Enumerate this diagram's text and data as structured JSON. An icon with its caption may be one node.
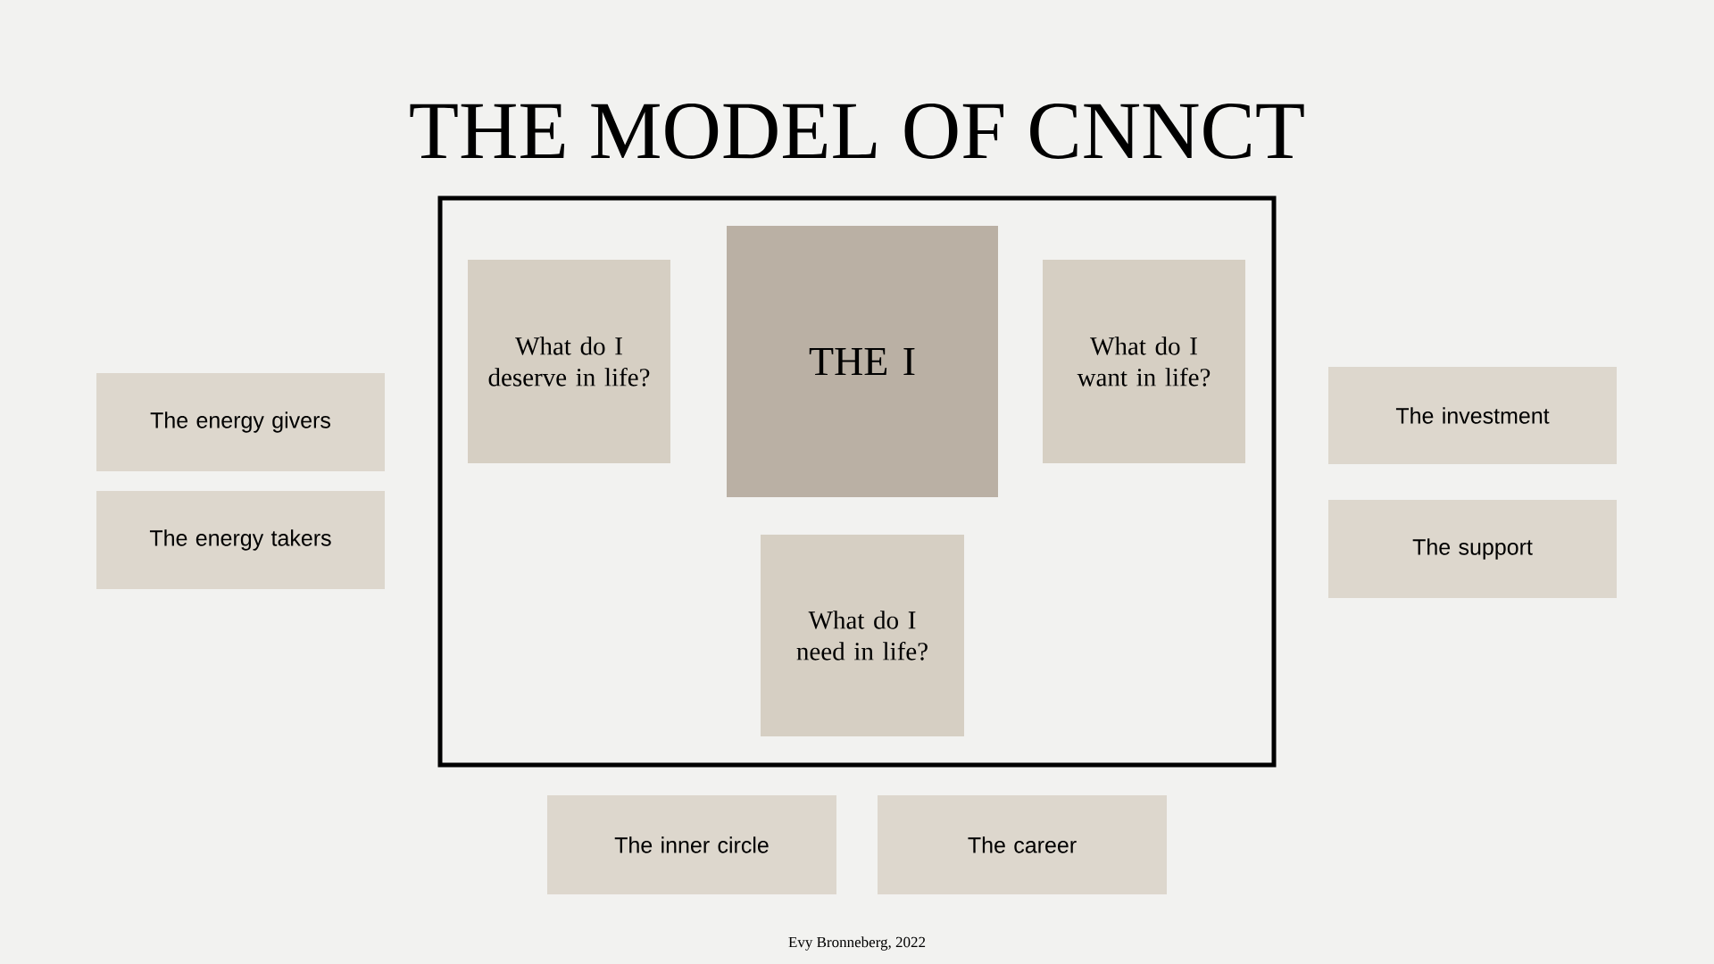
{
  "diagram": {
    "title": "THE MODEL OF CNNCT",
    "nodes": [
      {
        "text": [],
        "shape": "box"
      },
      {
        "text": [
          "What do I deserve in life?"
        ],
        "in": 0
      },
      {
        "text": [
          "THE I"
        ],
        "in": 0
      },
      {
        "text": [
          "What do I want in life?"
        ],
        "in": 0
      },
      {
        "text": [
          "What do I need in life?"
        ],
        "in": 0
      },
      {
        "text": [
          "The energy givers"
        ]
      },
      {
        "text": [
          "The energy takers"
        ]
      },
      {
        "text": [
          "The investment"
        ]
      },
      {
        "text": [
          "The support"
        ]
      },
      {
        "text": [
          "The inner circle"
        ]
      },
      {
        "text": [
          "The career"
        ]
      }
    ],
    "labels": [
      "Evy Bronneberg, 2022"
    ]
  }
}
